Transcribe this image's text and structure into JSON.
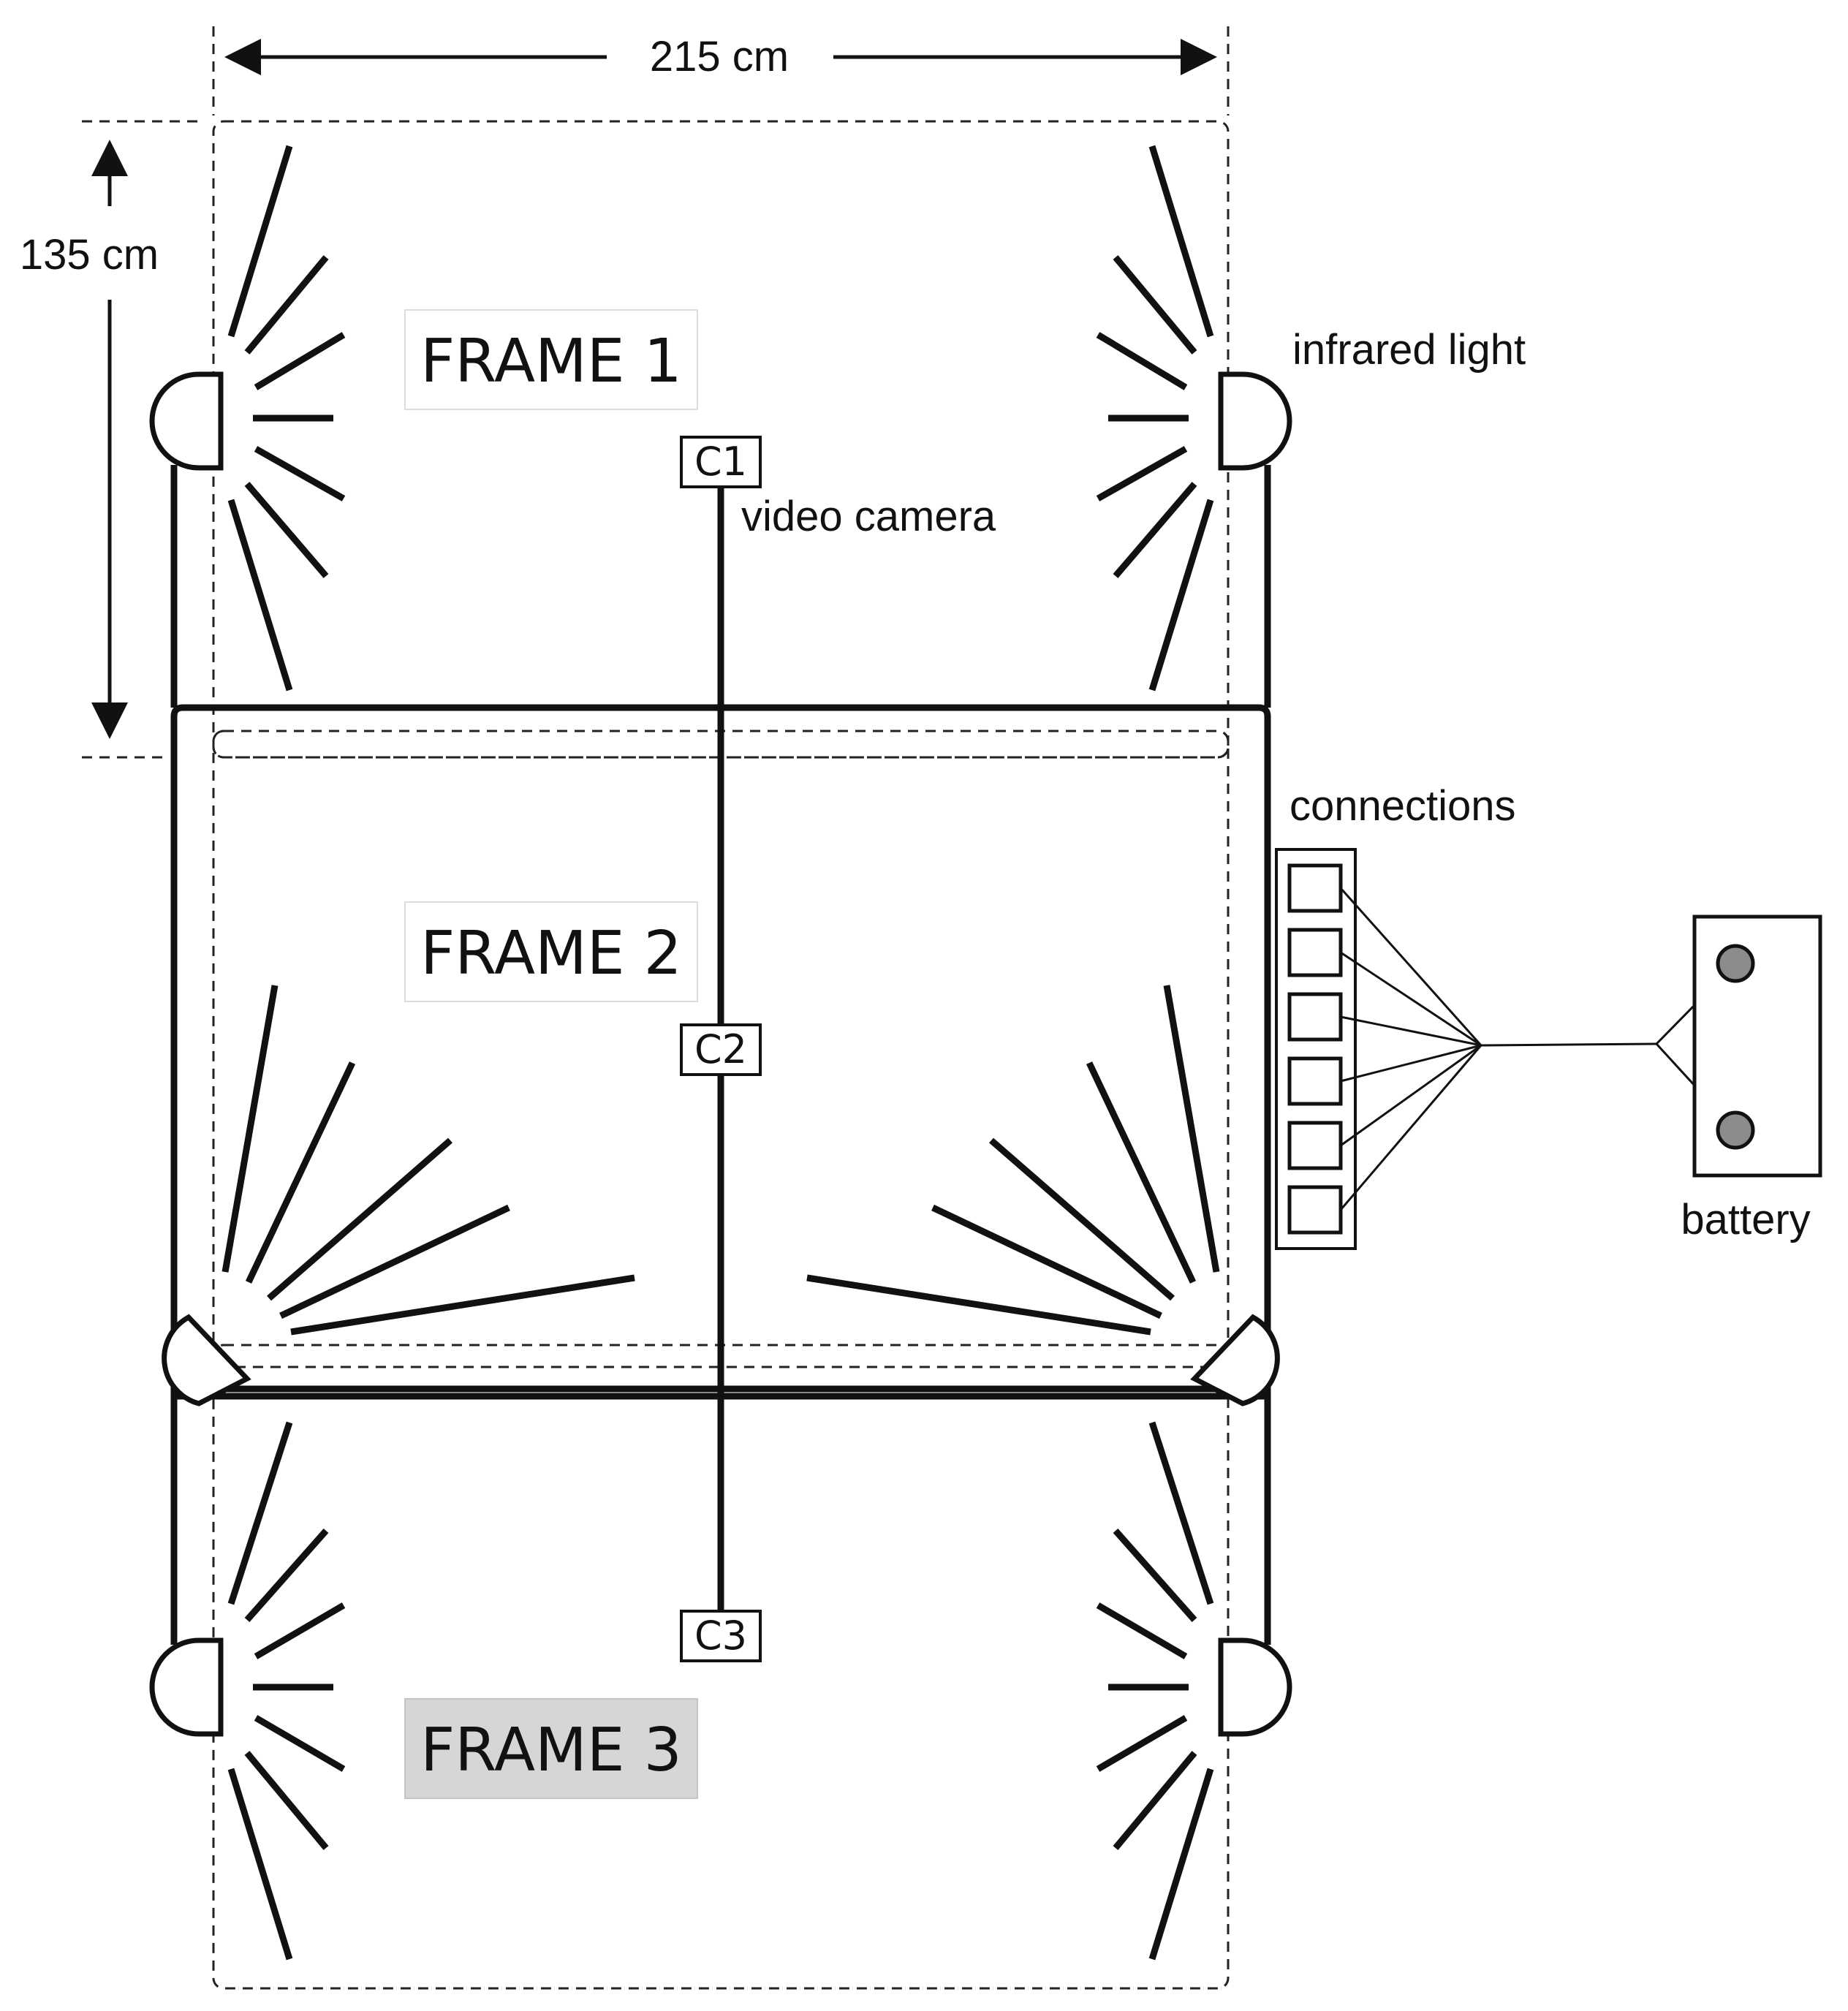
{
  "dimensions": {
    "width_label": "215 cm",
    "height_label": "135 cm"
  },
  "frames": [
    {
      "label": "FRAME 1"
    },
    {
      "label": "FRAME 2"
    },
    {
      "label": "FRAME 3"
    }
  ],
  "cameras": [
    {
      "label": "C1"
    },
    {
      "label": "C2"
    },
    {
      "label": "C3"
    }
  ],
  "annotations": {
    "infrared_light": "infrared light",
    "video_camera": "video camera",
    "connections": "connections",
    "battery": "battery"
  },
  "colors": {
    "frame_fill": "#d4d4d4",
    "frame2_fill": "#c9c9c9",
    "line": "#111111",
    "battery_terminal": "#8c8c8c"
  }
}
